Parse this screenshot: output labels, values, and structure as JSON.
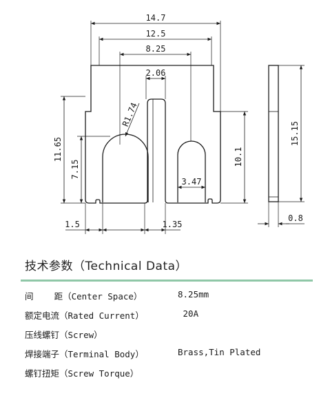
{
  "drawing": {
    "dimensions": {
      "overall_width": "14.7",
      "inner_width": "12.5",
      "center_space": "8.25",
      "tongue_width": "2.06",
      "slot_radius": "R1.74",
      "height_left": "11.65",
      "slot_depth": "7.15",
      "slot_width": "3.47",
      "height_right": "10.1",
      "side_height": "15.15",
      "thickness": "0.8",
      "bottom_left": "1.5",
      "bottom_right": "1.35"
    }
  },
  "specs": {
    "title": "技术参数（Technical Data）",
    "rows": [
      {
        "label": "间    距（Center Space）",
        "value": "8.25mm"
      },
      {
        "label": "额定电流（Rated Current）",
        "value": " 20A"
      },
      {
        "label": "压线螺钉（Screw）",
        "value": ""
      },
      {
        "label": "焊接端子（Terminal Body）",
        "value": "Brass,Tin Plated"
      },
      {
        "label": "螺钉扭矩（Screw Torque）",
        "value": ""
      }
    ]
  }
}
